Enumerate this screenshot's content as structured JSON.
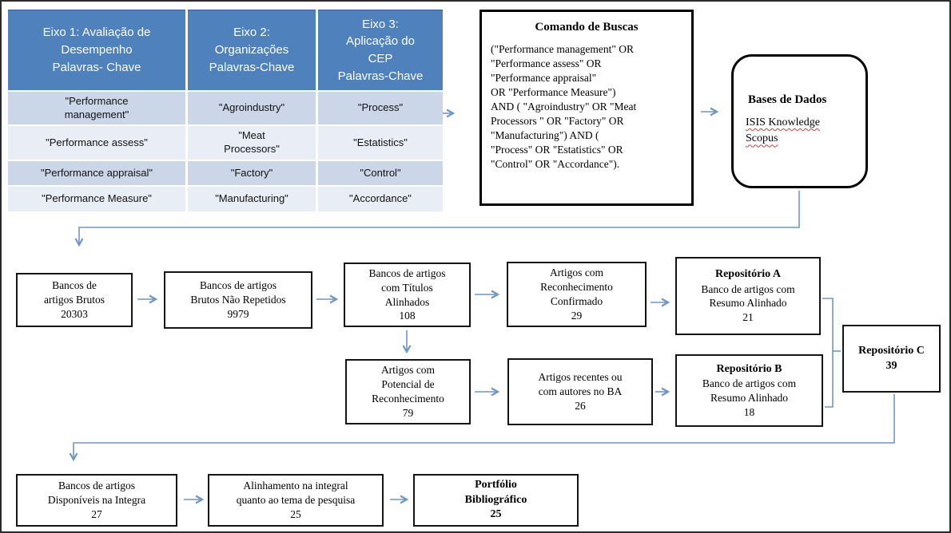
{
  "colors": {
    "header_blue": "#4f81bd",
    "row_odd": "#ccd6e9",
    "row_even": "#e9edf6",
    "connector_blue": "#6e96c8",
    "spellcheck_red": "#e03a3a"
  },
  "table": {
    "headers": [
      "Eixo 1:  Avaliação de\nDesempenho\nPalavras- Chave",
      "Eixo 2:\nOrganizações\nPalavras-Chave",
      "Eixo 3:\nAplicação do\nCEP\nPalavras-Chave"
    ],
    "rows": [
      [
        "\"Performance\nmanagement\"",
        "\"Agroindustry\"",
        "\"Process\""
      ],
      [
        "\"Performance assess\"",
        "\"Meat\nProcessors\"",
        "\"Estatistics\""
      ],
      [
        "\"Performance appraisal\"",
        "\"Factory\"",
        "\"Control\""
      ],
      [
        "\"Performance Measure\"",
        "\"Manufacturing\"",
        "\"Accordance\""
      ]
    ]
  },
  "search_command": {
    "title": "Comando de Buscas",
    "body": "(\"Performance management\" OR\n\"Performance assess\" OR\n\"Performance appraisal\"\nOR \"Performance Measure\")\nAND ( \"Agroindustry\" OR \"Meat\nProcessors \" OR \"Factory\" OR\n\"Manufacturing\") AND (\n\"Process\" OR \"Estatistics\" OR\n\"Control\" OR \"Accordance\")."
  },
  "databases": {
    "title": "Bases de Dados",
    "items": [
      "ISIS Knowledge",
      "Scopus"
    ]
  },
  "flow": {
    "raw_articles": {
      "lines": [
        "Bancos de",
        "artigos Brutos",
        "20303"
      ]
    },
    "non_repeated": {
      "lines": [
        "Bancos de artigos",
        "Brutos Não Repetidos",
        "9979"
      ]
    },
    "titles_aligned": {
      "lines": [
        "Bancos de artigos",
        "com Títulos",
        "Alinhados",
        "108"
      ]
    },
    "recognition_confirmed": {
      "lines": [
        "Artigos com",
        "Reconhecimento",
        "Confirmado",
        "29"
      ]
    },
    "repo_a": {
      "title": "Repositório A",
      "lines": [
        "Banco de artigos com",
        "Resumo Alinhado",
        "21"
      ]
    },
    "recognition_potential": {
      "lines": [
        "Artigos com",
        "Potencial de",
        "Reconhecimento",
        "79"
      ]
    },
    "recent_or_ba": {
      "lines": [
        "Artigos recentes  ou",
        "com autores no BA",
        "26"
      ]
    },
    "repo_b": {
      "title": "Repositório B",
      "lines": [
        "Banco de artigos com",
        "Resumo Alinhado",
        "18"
      ]
    },
    "repo_c": {
      "title": "Repositório C",
      "lines": [
        "39"
      ]
    },
    "full_text_available": {
      "lines": [
        "Bancos de artigos",
        "Disponíveis na Integra",
        "27"
      ]
    },
    "full_alignment": {
      "lines": [
        "Alinhamento na integral",
        "quanto ao tema de pesquisa",
        "25"
      ]
    },
    "portfolio": {
      "title": "Portfólio\nBibliográfico",
      "lines": [
        "25"
      ]
    }
  }
}
